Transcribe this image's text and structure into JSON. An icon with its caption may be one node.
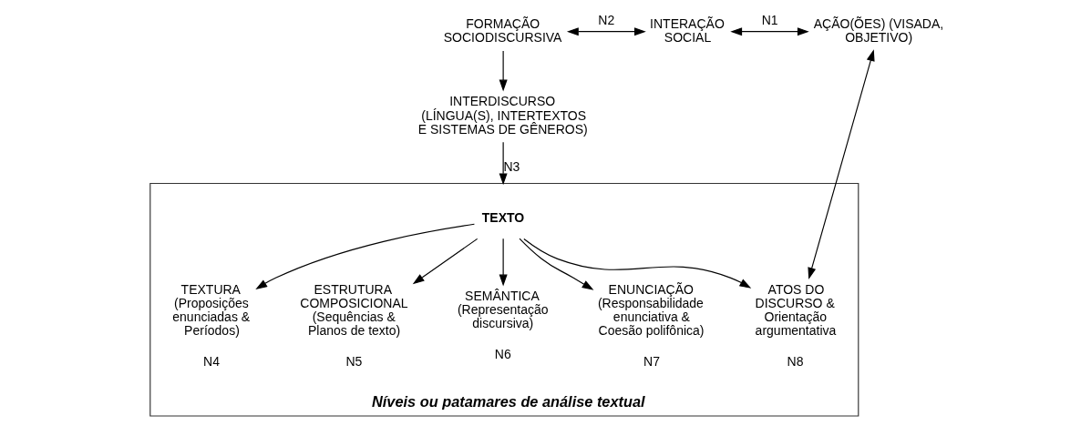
{
  "diagram": {
    "nodes": [
      {
        "text": [
          "FORMAÇÃO SOCIODISCURSIVA"
        ]
      },
      {
        "text": [
          "INTERAÇÃO SOCIAL"
        ]
      },
      {
        "text": [
          "AÇÃO(ÕES) (VISADA, OBJETIVO)"
        ]
      },
      {
        "text": [
          "INTERDISCURSO (LÍNGUA(S), INTERTEXTOS E SISTEMAS DE GÊNEROS)"
        ]
      },
      {
        "text": [
          "Níveis ou patamares de análise textual"
        ]
      },
      {
        "text": [
          "TEXTO"
        ],
        "in": 4
      },
      {
        "text": [
          "TEXTURA (Proposições enunciadas & Períodos)"
        ],
        "beside": [
          "N4"
        ],
        "in": 4
      },
      {
        "text": [
          "ESTRUTURA COMPOSICIONAL (Sequências & Planos de texto)"
        ],
        "beside": [
          "N5"
        ],
        "in": 4
      },
      {
        "text": [
          "SEMÂNTICA (Representação discursiva)"
        ],
        "beside": [
          "N6"
        ],
        "in": 4
      },
      {
        "text": [
          "ENUNCIAÇÃO (Responsabilidade enunciativa & Coesão polifônica)"
        ],
        "beside": [
          "N7"
        ],
        "in": 4
      },
      {
        "text": [
          "ATOS DO DISCURSO & Orientação argumentativa"
        ],
        "beside": [
          "N8"
        ],
        "in": 4
      }
    ],
    "edges": [
      {
        "from": 0,
        "to": 1,
        "arrow": "both",
        "label": "N2"
      },
      {
        "from": 1,
        "to": 2,
        "arrow": "both",
        "label": "N1"
      },
      {
        "from": 0,
        "to": 3,
        "arrow": "to"
      },
      {
        "from": 3,
        "to": 4,
        "arrow": "to",
        "label": "N3"
      },
      {
        "from": 5,
        "to": 6,
        "arrow": "to"
      },
      {
        "from": 5,
        "to": 7,
        "arrow": "to"
      },
      {
        "from": 5,
        "to": 8,
        "arrow": "to"
      },
      {
        "from": 5,
        "to": 9,
        "arrow": "to"
      },
      {
        "from": 5,
        "to": 10,
        "arrow": "to"
      },
      {
        "from": 2,
        "to": 10,
        "arrow": "both"
      }
    ]
  }
}
